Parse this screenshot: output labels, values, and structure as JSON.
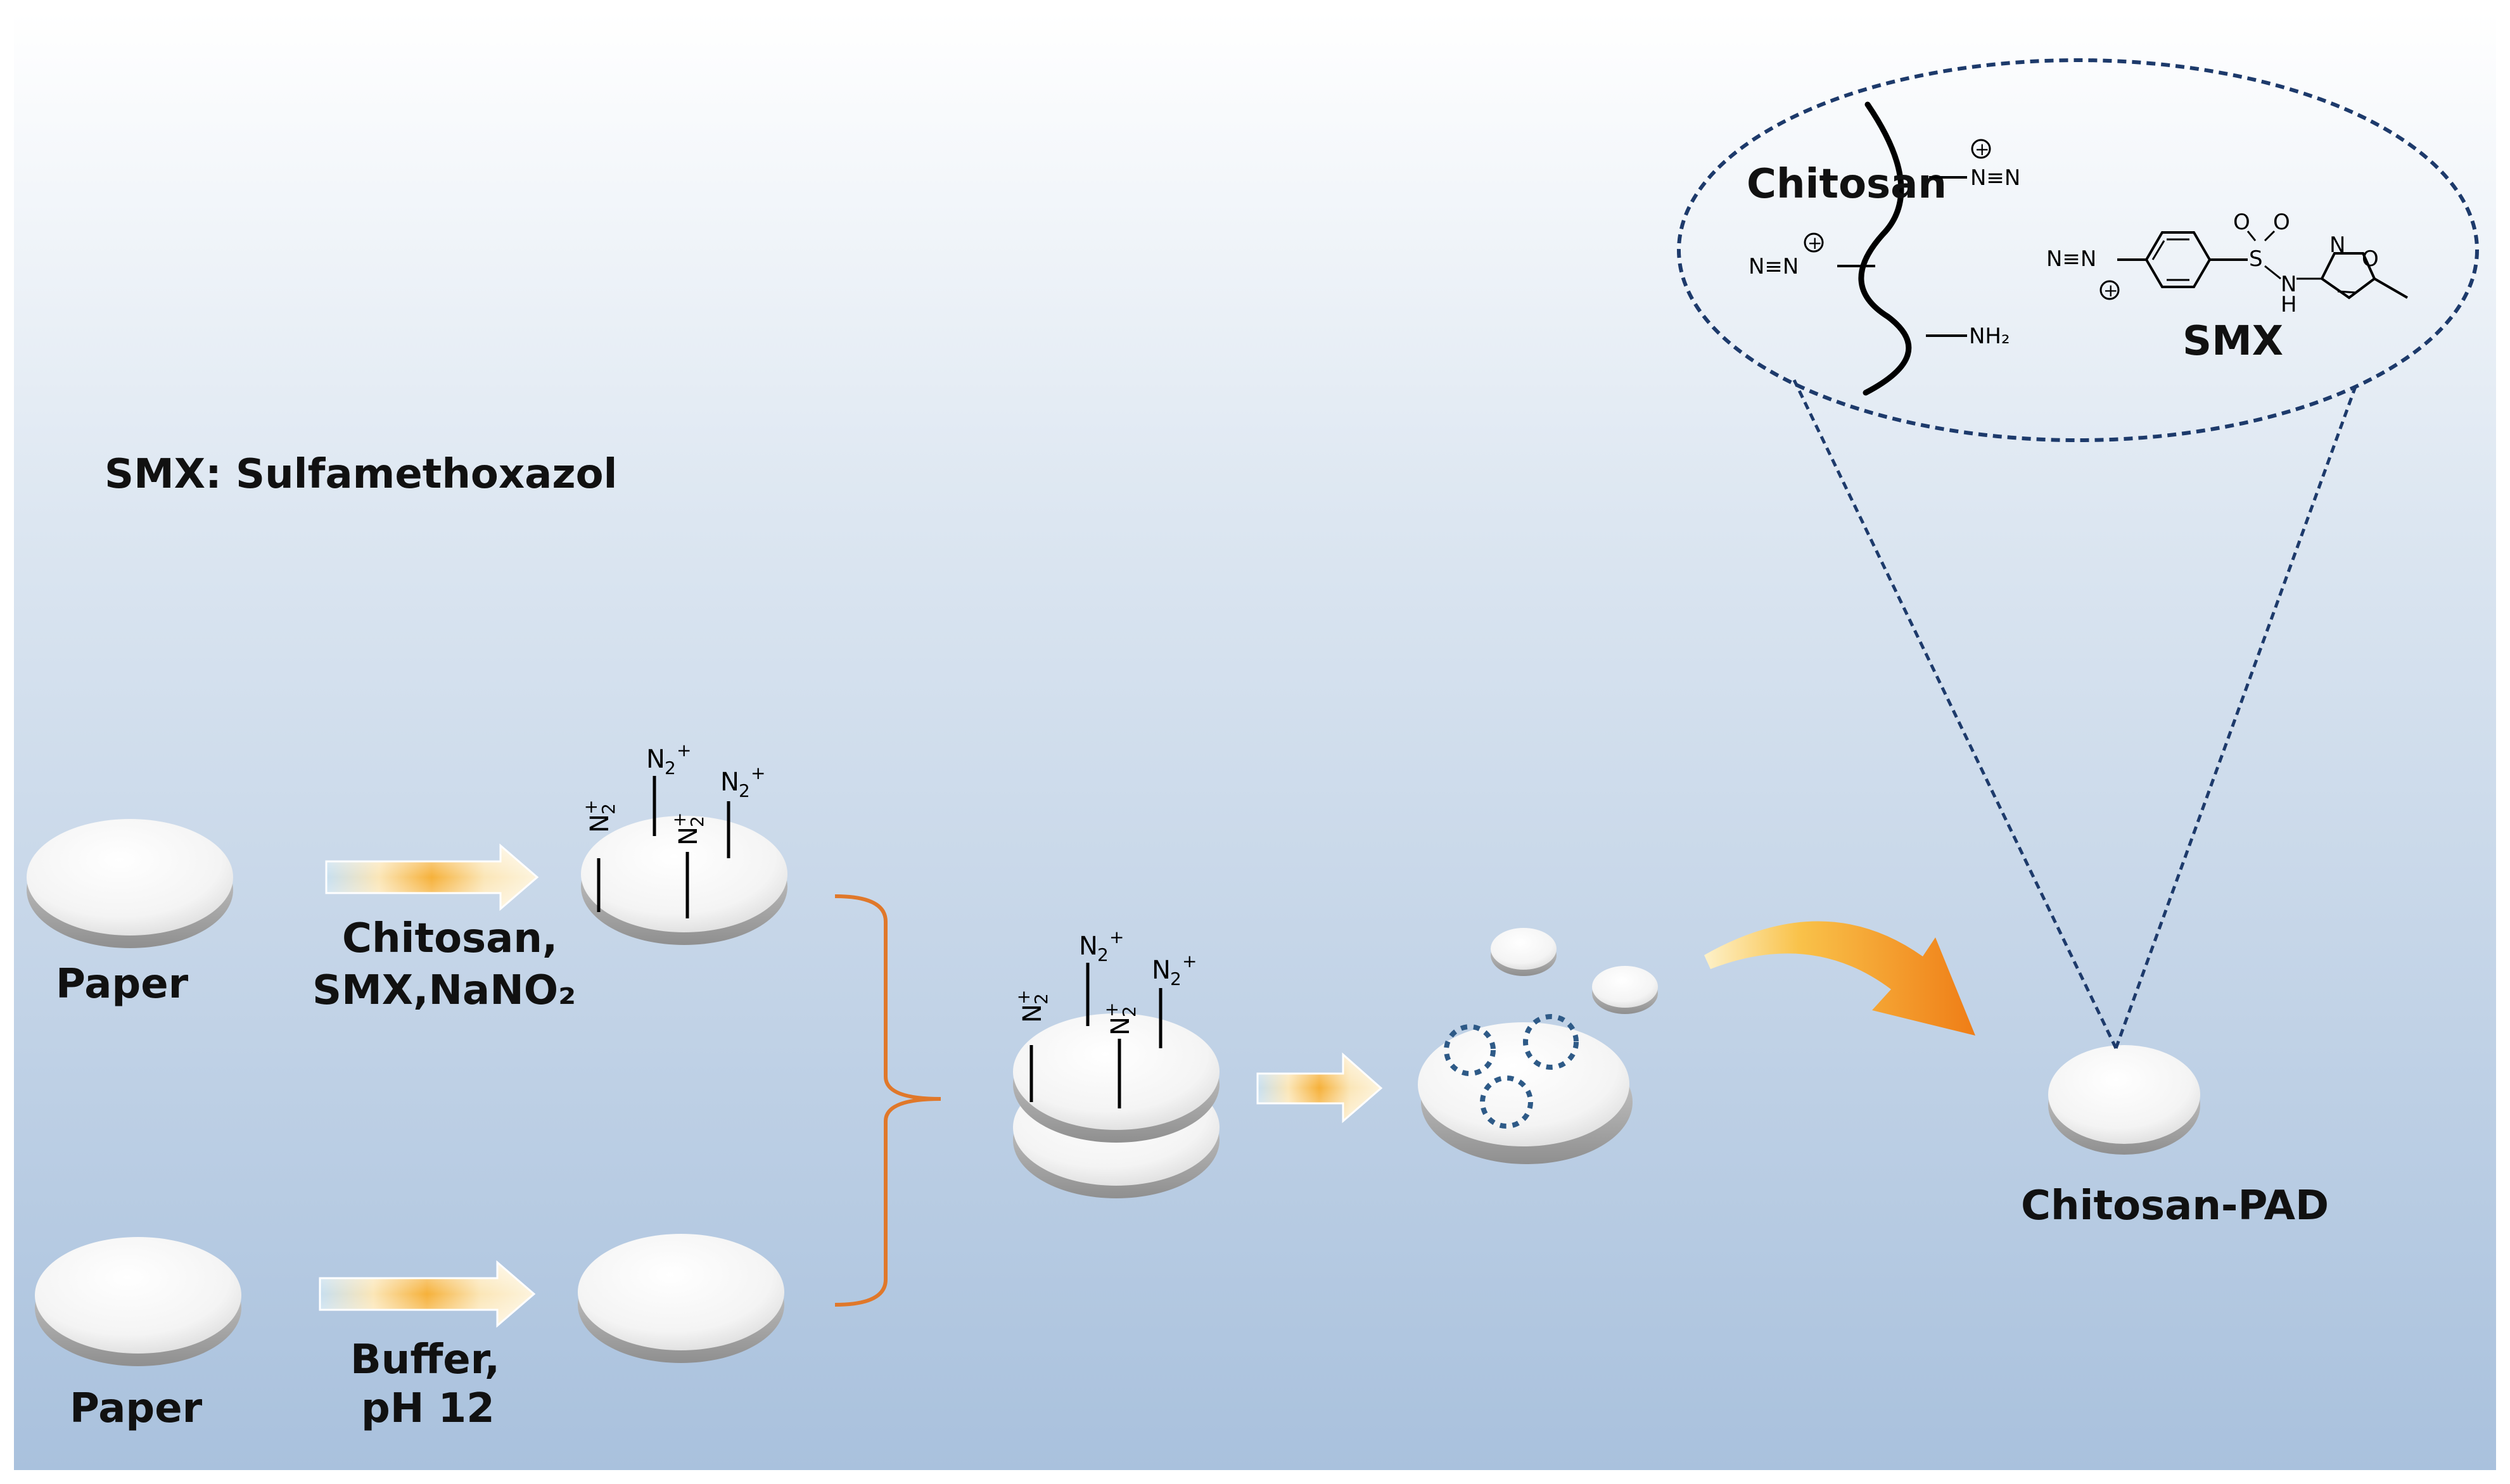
{
  "legend": {
    "abbreviation": "SMX: Sulfamethoxazol"
  },
  "papers": {
    "top_label": "Paper",
    "bottom_label": "Paper"
  },
  "step1": {
    "reagents_line1": "Chitosan,",
    "reagents_line2": "SMX,NaNO₂"
  },
  "step2": {
    "reagents_line1": "Buffer,",
    "reagents_line2": "pH 12"
  },
  "diazonium": {
    "symbol": "N",
    "subscript": "2",
    "charge": "+"
  },
  "product": {
    "label": "Chitosan-PAD"
  },
  "zoom": {
    "chitosan_label": "Chitosan",
    "smx_label": "SMX",
    "diazo_top": "N≡N",
    "diazo_left": "N≡N",
    "nh2": "NH₂",
    "smx_diazo": "N≡N",
    "smx_s": "S",
    "smx_o1": "O",
    "smx_o2": "O",
    "smx_n": "N",
    "smx_h": "H",
    "isox_n": "N",
    "isox_o": "O",
    "plus": "+"
  },
  "colors": {
    "background_top": "#ffffff",
    "background_bottom": "#a9c1dd",
    "bracket": "#e0782a",
    "zoom_outline": "#1d3a6b",
    "pore_outline": "#2e5a87",
    "big_arrow": "#f08a1c"
  }
}
